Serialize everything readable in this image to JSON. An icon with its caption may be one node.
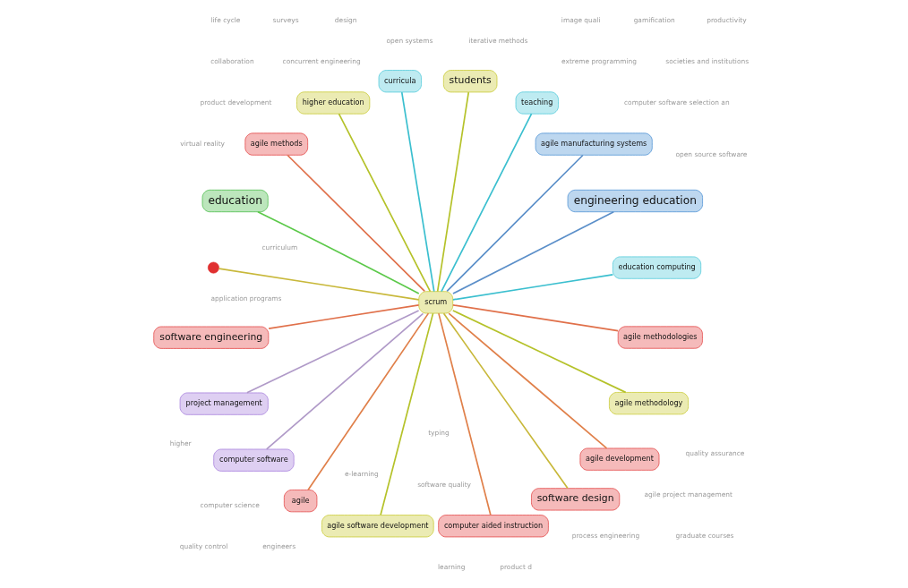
{
  "diagram": {
    "nodes": [
      {
        "text": [
          "education computing"
        ]
      },
      {
        "text": [
          "engineering education"
        ]
      },
      {
        "text": [
          "agile manufacturing systems"
        ]
      },
      {
        "text": [
          "teaching"
        ]
      },
      {
        "text": [
          "students"
        ]
      },
      {
        "text": [
          "curricula"
        ]
      },
      {
        "text": [
          "higher education"
        ]
      },
      {
        "text": [
          "agile methods"
        ]
      },
      {
        "text": [
          "education"
        ]
      },
      {
        "text": [],
        "shape": "circle"
      },
      {
        "text": [
          "software engineering"
        ]
      },
      {
        "text": [
          "project management"
        ]
      },
      {
        "text": [
          "computer software"
        ]
      },
      {
        "text": [
          "agile"
        ]
      },
      {
        "text": [
          "agile software development"
        ]
      },
      {
        "text": [
          "computer aided instruction"
        ]
      },
      {
        "text": [
          "software design"
        ]
      },
      {
        "text": [
          "agile development"
        ]
      },
      {
        "text": [
          "agile methodology"
        ]
      },
      {
        "text": [
          "agile methodologies"
        ]
      },
      {
        "text": [
          "scrum"
        ]
      }
    ],
    "edges": [
      {
        "from": 20,
        "to": 0,
        "arrow": "none",
        "color": "#3bbfcf"
      },
      {
        "from": 20,
        "to": 1,
        "arrow": "none",
        "color": "#5b8fc9"
      },
      {
        "from": 20,
        "to": 2,
        "arrow": "none",
        "color": "#5b8fc9"
      },
      {
        "from": 20,
        "to": 3,
        "arrow": "none",
        "color": "#3bbfcf"
      },
      {
        "from": 20,
        "to": 4,
        "arrow": "none",
        "color": "#b5c22a"
      },
      {
        "from": 20,
        "to": 5,
        "arrow": "none",
        "color": "#3bbfcf"
      },
      {
        "from": 20,
        "to": 6,
        "arrow": "none",
        "color": "#b5c22a"
      },
      {
        "from": 20,
        "to": 7,
        "arrow": "none",
        "color": "#e0704a"
      },
      {
        "from": 20,
        "to": 8,
        "arrow": "none",
        "color": "#5cc94a"
      },
      {
        "from": 20,
        "to": 9,
        "arrow": "none",
        "color": "#c8b83a"
      },
      {
        "from": 20,
        "to": 10,
        "arrow": "none",
        "color": "#e0704a"
      },
      {
        "from": 20,
        "to": 11,
        "arrow": "none",
        "color": "#b09ac8"
      },
      {
        "from": 20,
        "to": 12,
        "arrow": "none",
        "color": "#b09ac8"
      },
      {
        "from": 20,
        "to": 13,
        "arrow": "none",
        "color": "#e0804a"
      },
      {
        "from": 20,
        "to": 14,
        "arrow": "none",
        "color": "#b5c22a"
      },
      {
        "from": 20,
        "to": 15,
        "arrow": "none",
        "color": "#e0804a"
      },
      {
        "from": 20,
        "to": 16,
        "arrow": "none",
        "color": "#c8b83a"
      },
      {
        "from": 20,
        "to": 17,
        "arrow": "none",
        "color": "#e0804a"
      },
      {
        "from": 20,
        "to": 18,
        "arrow": "none",
        "color": "#b5c22a"
      },
      {
        "from": 20,
        "to": 19,
        "arrow": "none",
        "color": "#e0704a"
      }
    ],
    "labels": [
      "productivity",
      "software quality",
      "computer science",
      "graduate courses",
      "computer software selection an",
      "agile project management",
      "extreme programming",
      "typing",
      "application programs",
      "collaboration",
      "open systems",
      "open source software",
      "gamification",
      "design",
      "product development",
      "surveys",
      "virtual reality",
      "curriculum",
      "life cycle",
      "quality control",
      "e-learning",
      "process engineering",
      "learning",
      "product d",
      "higher",
      "engineers",
      "quality assurance",
      "concurrent engineering",
      "societies and institutions",
      "iterative methods",
      "image quali"
    ]
  }
}
